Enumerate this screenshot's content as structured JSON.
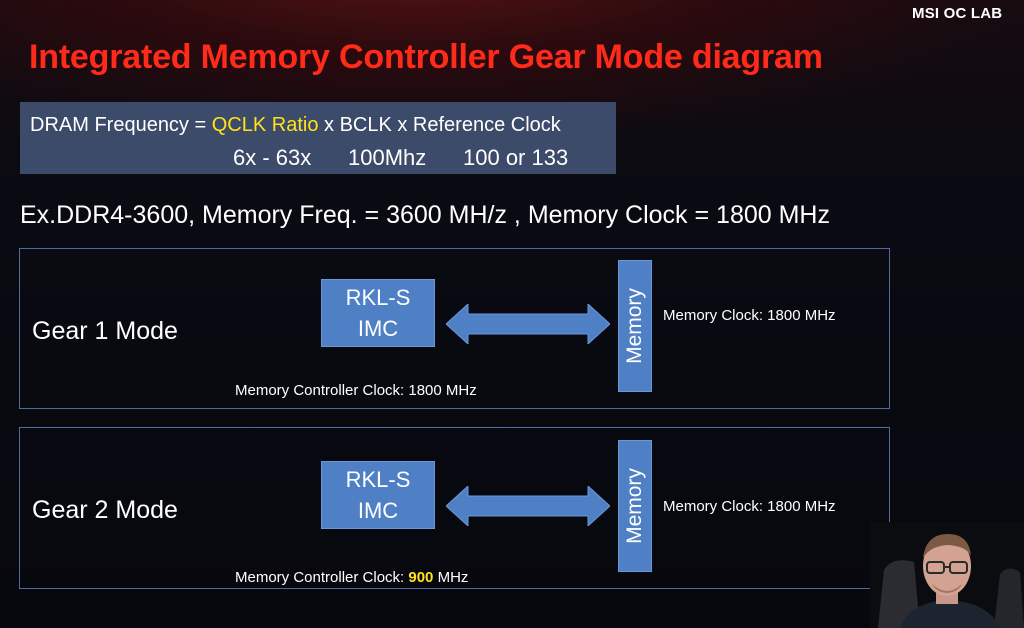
{
  "brand": "MSI OC LAB",
  "title": "Integrated Memory Controller  Gear Mode diagram",
  "formula": {
    "prefix": "DRAM Frequency = ",
    "highlight": "QCLK Ratio",
    "suffix": " x BCLK x Reference Clock",
    "ratio_range": "6x - 63x",
    "bclk": "100Mhz",
    "ref_clock": "100 or 133",
    "highlight_color": "#ffe21a"
  },
  "example": "Ex.DDR4-3600, Memory Freq. = 3600 MH/z , Memory Clock = 1800 MHz",
  "gear1": {
    "label": "Gear 1 Mode",
    "imc_line1": "RKL-S",
    "imc_line2": "IMC",
    "memory_label": "Memory",
    "memory_clock": "Memory  Clock: 1800 MHz",
    "controller_clock_prefix": "Memory Controller Clock: ",
    "controller_clock_value": "1800",
    "controller_clock_unit": " MHz"
  },
  "gear2": {
    "label": "Gear 2 Mode",
    "imc_line1": "RKL-S",
    "imc_line2": "IMC",
    "memory_label": "Memory",
    "memory_clock": "Memory  Clock: 1800 MHz",
    "controller_clock_prefix": "Memory Controller Clock: ",
    "controller_clock_value": "900",
    "controller_clock_unit": " MHz"
  },
  "colors": {
    "title": "#ff2a1a",
    "box_fill": "#4f7fc4",
    "panel_border": "#4f6d9c",
    "formula_bg": "#3d4b6a"
  }
}
